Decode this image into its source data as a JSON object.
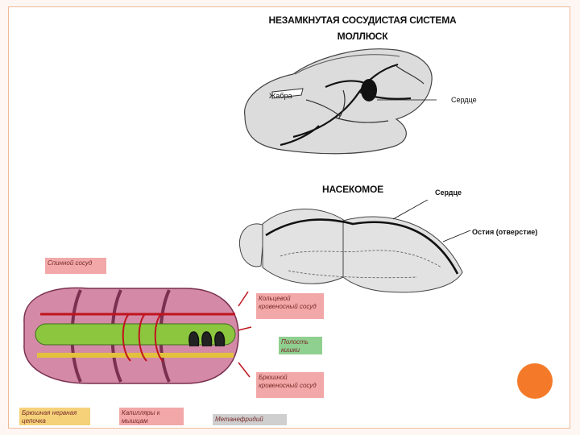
{
  "mollusk": {
    "title_line1": "НЕЗАМКНУТАЯ СОСУДИСТАЯ СИСТЕМА",
    "title_line2": "МОЛЛЮСК",
    "label_gill": "Жабра",
    "label_heart": "Сердце"
  },
  "insect": {
    "title": "НАСЕКОМОЕ",
    "label_heart": "Сердце",
    "label_ostia": "Остия (отверстие)"
  },
  "worm": {
    "label_dorsal": "Спинной сосуд",
    "label_ring_vessel": "Кольцевой кровеносный сосуд",
    "label_intestine": "Полость кишки",
    "label_ventral": "Брюшной кровеносный сосуд",
    "label_nerve": "Брюшная нервная цепочка",
    "label_capillary": "Капилляры к мышцам",
    "label_metanephridium": "Метанефридий"
  },
  "colors": {
    "accent_circle": "#f47a2a",
    "frame_border": "#f0b89a",
    "label_pink": "#f2a8a8",
    "label_green": "#8fcf8f",
    "label_yellow": "#f5d27a",
    "label_gray": "#cfcfcf"
  }
}
